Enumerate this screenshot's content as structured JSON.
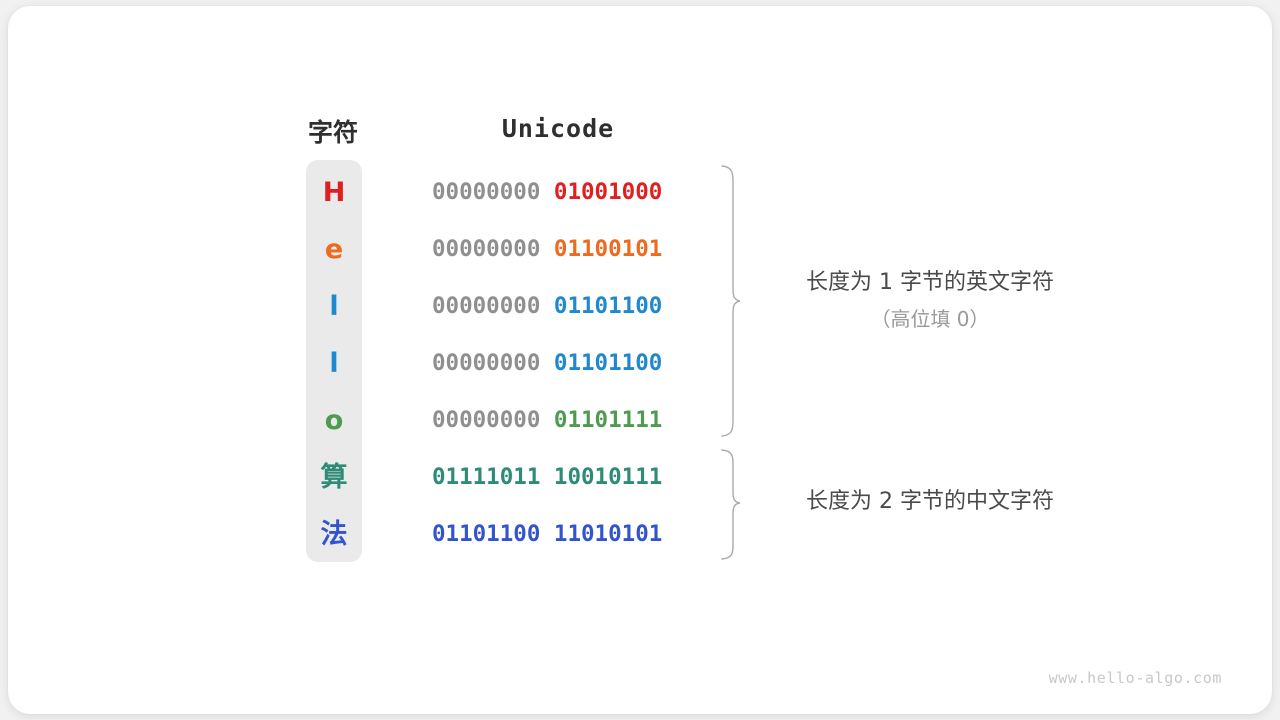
{
  "watermark": "www.hello-algo.com",
  "headers": {
    "character": "字符",
    "unicode": "Unicode"
  },
  "colors": {
    "background": "#f1f1f1",
    "card": "#ffffff",
    "strip": "#eaeaea",
    "high_byte_gray": "#8f8f8f",
    "header_text": "#2f2f2f",
    "annotation_primary": "#4a4a4a",
    "annotation_secondary": "#9a9a9a",
    "brace": "#aaaaaa",
    "watermark": "#c8c8c8"
  },
  "rows": [
    {
      "char": "H",
      "color": "#E02020",
      "high_byte": "00000000",
      "low_byte": "01001000",
      "high_is_padding": true,
      "group": "english"
    },
    {
      "char": "e",
      "color": "#EC6B1F",
      "high_byte": "00000000",
      "low_byte": "01100101",
      "high_is_padding": true,
      "group": "english"
    },
    {
      "char": "l",
      "color": "#1F88CE",
      "high_byte": "00000000",
      "low_byte": "01101100",
      "high_is_padding": true,
      "group": "english"
    },
    {
      "char": "l",
      "color": "#1F88CE",
      "high_byte": "00000000",
      "low_byte": "01101100",
      "high_is_padding": true,
      "group": "english"
    },
    {
      "char": "o",
      "color": "#4E9A51",
      "high_byte": "00000000",
      "low_byte": "01101111",
      "high_is_padding": true,
      "group": "english"
    },
    {
      "char": "算",
      "color": "#2E8B77",
      "high_byte": "01111011",
      "low_byte": "10010111",
      "high_is_padding": false,
      "group": "chinese"
    },
    {
      "char": "法",
      "color": "#3355CC",
      "high_byte": "01101100",
      "low_byte": "11010101",
      "high_is_padding": false,
      "group": "chinese"
    }
  ],
  "annotations": [
    {
      "line1": "长度为 1 字节的英文字符",
      "line2": "（高位填 0）"
    },
    {
      "line1": "长度为 2 字节的中文字符",
      "line2": ""
    }
  ]
}
